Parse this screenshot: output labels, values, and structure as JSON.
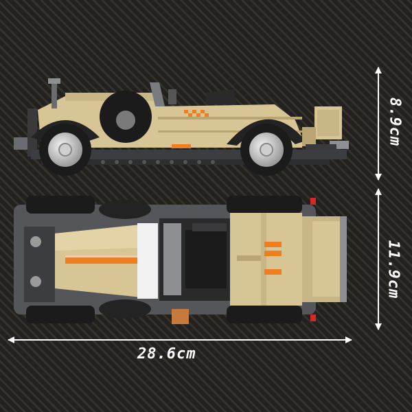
{
  "dimensions": {
    "height": "8.9cm",
    "width": "11.9cm",
    "length": "28.6cm"
  },
  "colors": {
    "body_tan": "#d8c596",
    "body_tan_dark": "#b9a474",
    "chassis_gray": "#55565a",
    "tire_black": "#1b1b1b",
    "accent_orange": "#f07d1e",
    "arrow_white": "#ffffff"
  }
}
